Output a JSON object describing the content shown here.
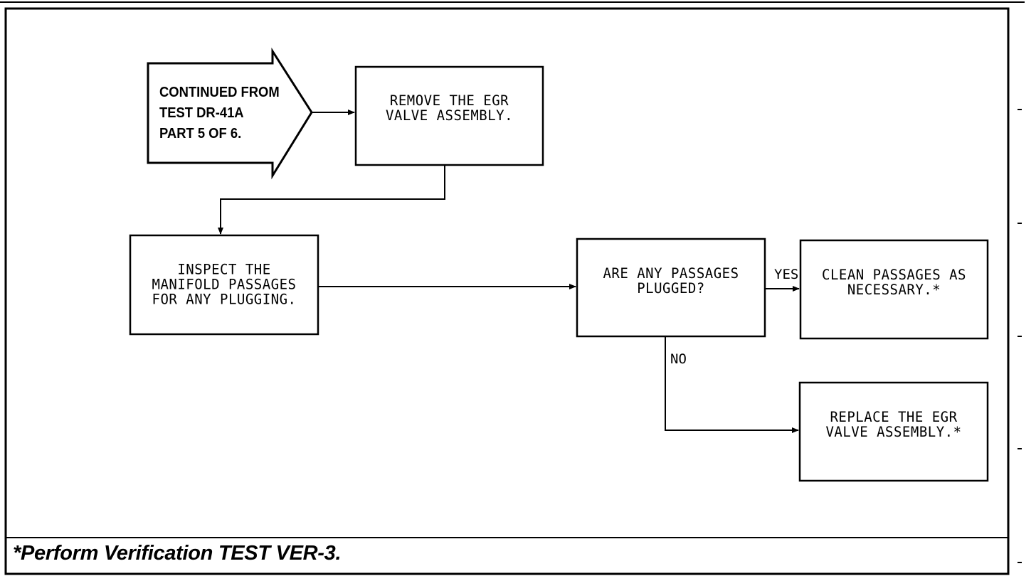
{
  "entry": {
    "text": "CONTINUED FROM\nTEST DR-41A\nPART 5 OF 6."
  },
  "steps": {
    "remove_egr": "REMOVE THE EGR\nVALVE ASSEMBLY.",
    "inspect": "INSPECT THE\nMANIFOLD PASSAGES\nFOR ANY PLUGGING.",
    "decision": "ARE ANY PASSAGES\nPLUGGED?",
    "clean": "CLEAN PASSAGES AS\nNECESSARY.*",
    "replace": "REPLACE THE EGR\nVALVE ASSEMBLY.*"
  },
  "branches": {
    "yes": "YES",
    "no": "NO"
  },
  "footnote": "*Perform Verification TEST VER-3."
}
